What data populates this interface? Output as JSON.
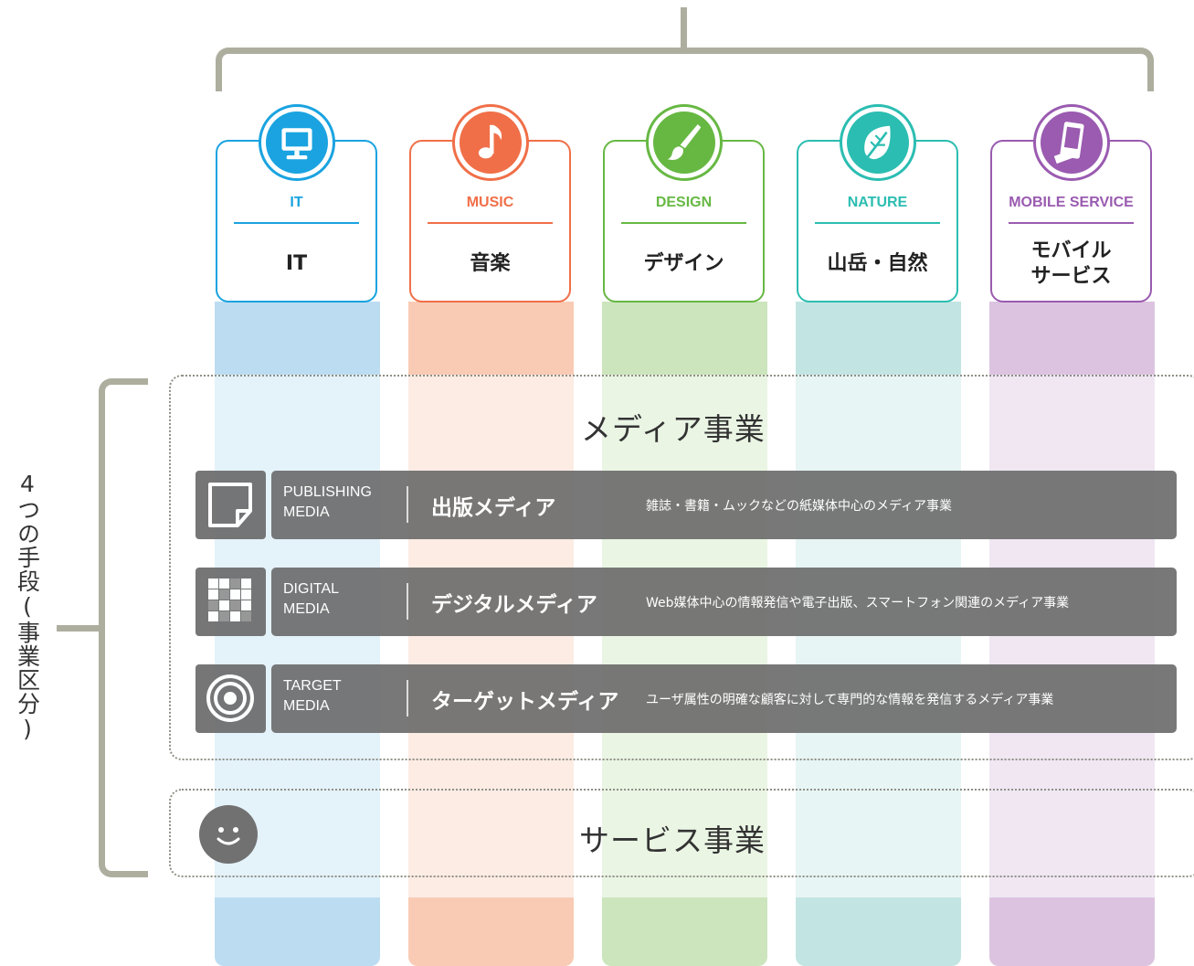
{
  "colors": {
    "bracket": "#aeae9f",
    "row_bar": "#6e6e6e",
    "dotted": "#8f8f86"
  },
  "columns": [
    {
      "en": "IT",
      "jp": "IT",
      "icon": "monitor-icon",
      "accent": "#1aa3e0",
      "band": "#bcdcf1",
      "light": "#e4f2fa"
    },
    {
      "en": "MUSIC",
      "jp": "音楽",
      "icon": "music-note-icon",
      "accent": "#f06f48",
      "band": "#f9cbb5",
      "light": "#fcece4"
    },
    {
      "en": "DESIGN",
      "jp": "デザイン",
      "icon": "paintbrush-icon",
      "accent": "#67b843",
      "band": "#cce5bd",
      "light": "#eaf5e4"
    },
    {
      "en": "NATURE",
      "jp": "山岳・自然",
      "icon": "leaf-icon",
      "accent": "#2bbdb1",
      "band": "#c2e5e3",
      "light": "#e7f5f4"
    },
    {
      "en": "MOBILE SERVICE",
      "jp": "モバイル\nサービス",
      "icon": "mobile-phone-icon",
      "accent": "#9a5bb0",
      "band": "#dcc4e1",
      "light": "#f0e7f3"
    }
  ],
  "media_section": {
    "title": "メディア事業",
    "rows": [
      {
        "icon": "page-icon",
        "en": "PUBLISHING\nMEDIA",
        "jp": "出版メディア",
        "desc": "雑誌・書籍・ムックなどの紙媒体中心のメディア事業"
      },
      {
        "icon": "pixel-grid-icon",
        "en": "DIGITAL\nMEDIA",
        "jp": "デジタルメディア",
        "desc": "Web媒体中心の情報発信や電子出版、スマートフォン関連のメディア事業"
      },
      {
        "icon": "target-icon",
        "en": "TARGET\nMEDIA",
        "jp": "ターゲットメディア",
        "desc": "ユーザ属性の明確な顧客に対して専門的な情報を発信するメディア事業"
      }
    ]
  },
  "service_section": {
    "title": "サービス事業",
    "icon": "smiley-icon"
  },
  "left_label": "4つの手段(事業区分)"
}
